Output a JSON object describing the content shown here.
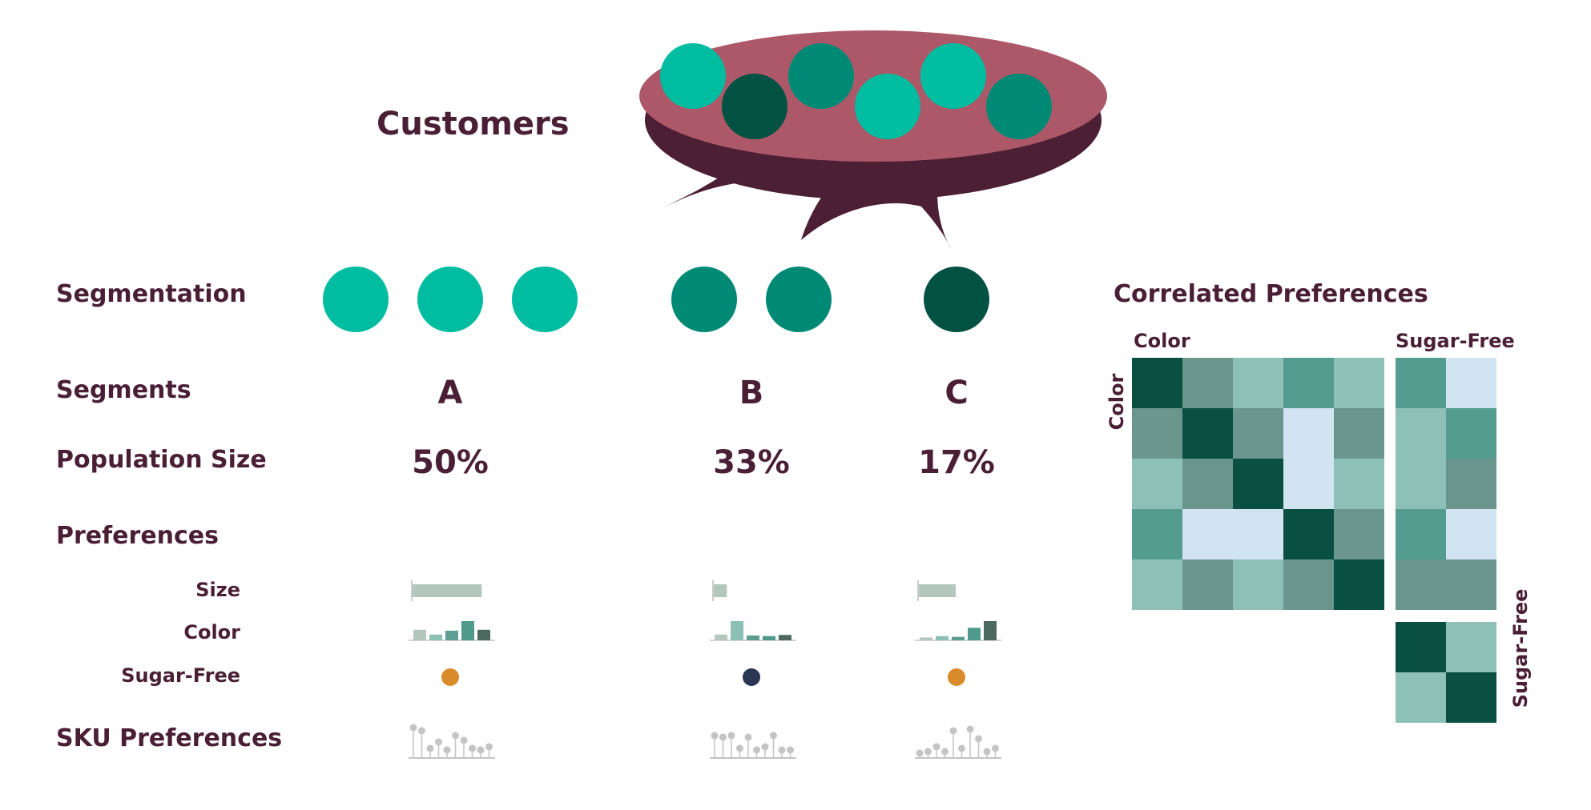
{
  "colors": {
    "label": "#4a1f35",
    "ellipse_top": "#ad5868",
    "ellipse_bottom": "#4d1f34",
    "segment_a": "#00bca0",
    "segment_b": "#008a76",
    "segment_c": "#025244",
    "sugar_yes": "#d98b2b",
    "sugar_no": "#2a3654",
    "sku": "#c4c4c4",
    "size_bar": "#b4c7bf"
  },
  "customers_title": "Customers",
  "customer_dots": [
    "segment_a",
    "segment_c",
    "segment_b",
    "segment_a",
    "segment_a",
    "segment_b"
  ],
  "row_labels": {
    "segmentation": "Segmentation",
    "segments": "Segments",
    "population": "Population Size",
    "preferences": "Preferences",
    "size": "Size",
    "color": "Color",
    "sugar_free": "Sugar-Free",
    "sku": "SKU Preferences"
  },
  "segments": [
    {
      "letter": "A",
      "population": "50%",
      "dot_count": 3,
      "dot_color": "segment_a",
      "size_value": 0.9,
      "color_values": [
        0.55,
        0.3,
        0.5,
        1.0,
        0.55
      ],
      "sugar_free": "sugar_yes",
      "sku_values": [
        0.95,
        0.85,
        0.3,
        0.5,
        0.25,
        0.7,
        0.55,
        0.3,
        0.25,
        0.35
      ]
    },
    {
      "letter": "B",
      "population": "33%",
      "dot_count": 2,
      "dot_color": "segment_b",
      "size_value": 0.17,
      "color_values": [
        0.3,
        1.0,
        0.25,
        0.22,
        0.28
      ],
      "sugar_free": "sugar_no",
      "sku_values": [
        0.7,
        0.65,
        0.7,
        0.3,
        0.65,
        0.25,
        0.35,
        0.7,
        0.25,
        0.25
      ]
    },
    {
      "letter": "C",
      "population": "17%",
      "dot_count": 1,
      "dot_color": "segment_c",
      "size_value": 0.48,
      "color_values": [
        0.15,
        0.22,
        0.18,
        0.65,
        1.0
      ],
      "sugar_free": "sugar_yes",
      "sku_values": [
        0.15,
        0.2,
        0.35,
        0.2,
        0.85,
        0.3,
        0.9,
        0.6,
        0.2,
        0.3
      ]
    }
  ],
  "correlation": {
    "title": "Correlated Preferences",
    "color_label": "Color",
    "sugar_label": "Sugar-Free",
    "color_matrix": [
      [
        1.0,
        0.55,
        0.25,
        0.35,
        0.25
      ],
      [
        0.55,
        1.0,
        0.55,
        -0.1,
        0.55
      ],
      [
        0.25,
        0.55,
        1.0,
        -0.1,
        0.25
      ],
      [
        0.35,
        -0.1,
        -0.1,
        1.0,
        0.55
      ],
      [
        0.25,
        0.55,
        0.25,
        0.55,
        1.0
      ]
    ],
    "color_sugar_matrix": [
      [
        0.35,
        -0.1
      ],
      [
        0.25,
        0.35
      ],
      [
        0.25,
        0.55
      ],
      [
        0.35,
        -0.1
      ],
      [
        0.55,
        0.55
      ]
    ],
    "sugar_matrix": [
      [
        1.0,
        0.25
      ],
      [
        0.25,
        1.0
      ]
    ]
  }
}
